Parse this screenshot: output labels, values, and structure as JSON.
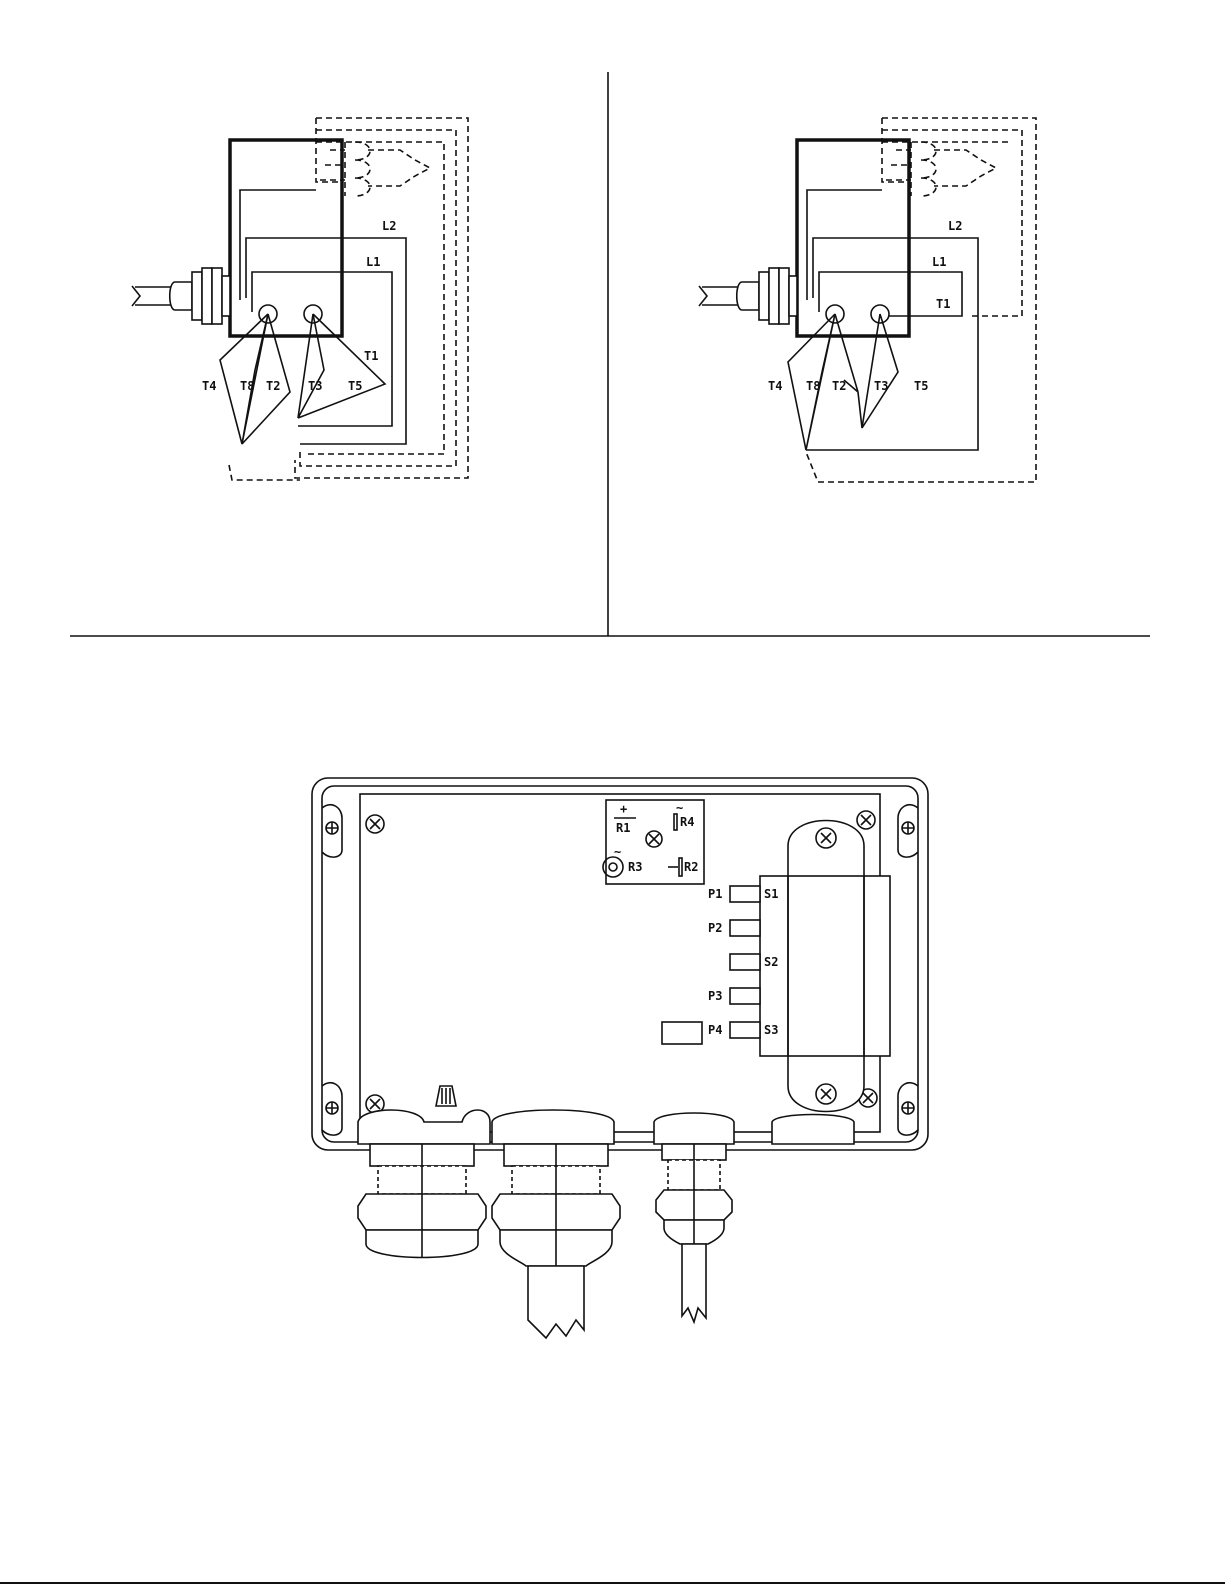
{
  "left_diagram": {
    "labels": {
      "l2": "L2",
      "l1": "L1",
      "t1": "T1",
      "t4": "T4",
      "t8": "T8",
      "t2": "T2",
      "t3": "T3",
      "t5": "T5"
    }
  },
  "right_diagram": {
    "labels": {
      "l2": "L2",
      "l1": "L1",
      "t1": "T1",
      "t4": "T4",
      "t8": "T8",
      "t2": "T2",
      "t3": "T3",
      "t5": "T5"
    }
  },
  "enclosure": {
    "board_labels": {
      "r1": "R1",
      "r2": "R2",
      "r3": "R3",
      "r4": "R4",
      "plus": "+",
      "ac": "~"
    },
    "terminals": {
      "p1": "P1",
      "p2": "P2",
      "p3": "P3",
      "p4": "P4",
      "s1": "S1",
      "s2": "S2",
      "s3": "S3"
    }
  }
}
